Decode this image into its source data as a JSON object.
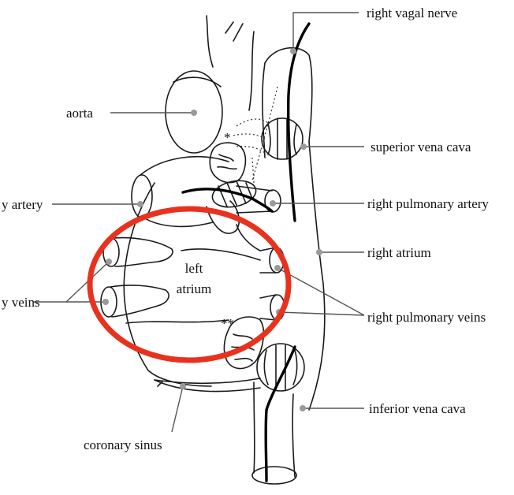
{
  "labels": {
    "right_vagal_nerve": "right vagal nerve",
    "aorta": "aorta",
    "superior_vena_cava": "superior vena cava",
    "artery_left": "y artery",
    "right_pulmonary_artery": "right pulmonary artery",
    "right_atrium": "right atrium",
    "veins_left": "y veins",
    "right_pulmonary_veins": "right pulmonary veins",
    "left_atrium_line1": "left",
    "left_atrium_line2": "atrium",
    "inferior_vena_cava": "inferior vena cava",
    "coronary_sinus": "coronary sinus",
    "marker_single": "*",
    "marker_double": "**"
  },
  "colors": {
    "highlight_ring": "#e8321e",
    "ink": "#1a1a1a",
    "leader_dot": "#9a9a9a",
    "background": "#ffffff"
  }
}
